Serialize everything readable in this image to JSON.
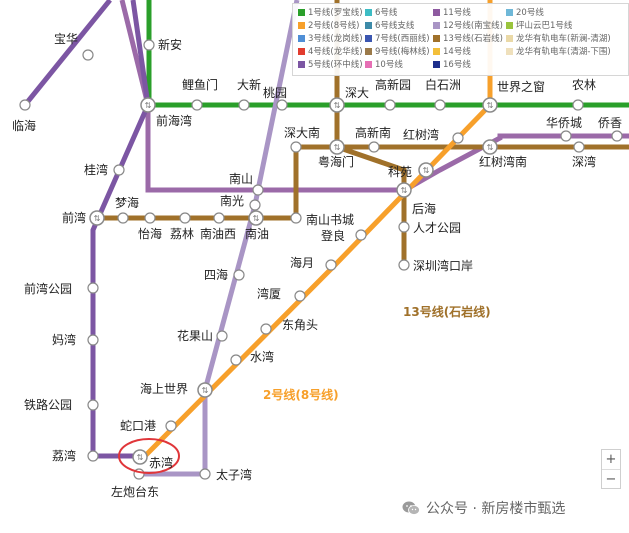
{
  "colors": {
    "line1": "#2a9f2a",
    "line2": "#f7a02b",
    "line5": "#7c56a3",
    "line9": "#a0712a",
    "line11": "#9b6aa8",
    "line12": "#a995c5",
    "line13": "#a0712a",
    "highlight": "#e0363a"
  },
  "legend": [
    {
      "label": "1号线(罗宝线)",
      "color": "#2a9f2a"
    },
    {
      "label": "6号线",
      "color": "#3dbcc4"
    },
    {
      "label": "11号线",
      "color": "#8e5aa0"
    },
    {
      "label": "20号线",
      "color": "#6fb8d8"
    },
    {
      "label": "2号线(8号线)",
      "color": "#f7a02b"
    },
    {
      "label": "6号线支线",
      "color": "#3d8aa8"
    },
    {
      "label": "12号线(南宝线)",
      "color": "#a995c5"
    },
    {
      "label": "坪山云巴1号线",
      "color": "#9ac43d"
    },
    {
      "label": "3号线(龙岗线)",
      "color": "#4f8fd6"
    },
    {
      "label": "7号线(西丽线)",
      "color": "#3b56b0"
    },
    {
      "label": "13号线(石岩线)",
      "color": "#a0712a"
    },
    {
      "label": "龙华有轨电车(新澜-清湖)",
      "color": "#ead9a7"
    },
    {
      "label": "4号线(龙华线)",
      "color": "#e23c2e"
    },
    {
      "label": "9号线(梅林线)",
      "color": "#9b7a4a"
    },
    {
      "label": "14号线",
      "color": "#f3bf3a"
    },
    {
      "label": "龙华有轨电车(清湖-下围)",
      "color": "#efe0bc"
    },
    {
      "label": "5号线(环中线)",
      "color": "#7c56a3"
    },
    {
      "label": "10号线",
      "color": "#e66fb4"
    },
    {
      "label": "16号线",
      "color": "#1d2e8c"
    }
  ],
  "stations": {
    "baohua": "宝华",
    "xinan": "新安",
    "linhai": "临海",
    "liyumen": "鲤鱼门",
    "daxin": "大新",
    "taoyuan": "桃园",
    "shenda": "深大",
    "gaoxinyuan": "高新园",
    "baishizhou": "白石洲",
    "shijiezhichuang": "世界之窗",
    "nonglin": "农林",
    "qianhaiwan": "前海湾",
    "huaqiaocheng": "华侨城",
    "qiaoxiang": "侨香",
    "shendanan": "深大南",
    "gaoxinnan": "高新南",
    "hongshuwan": "红树湾",
    "yuehaimen": "粤海门",
    "guiwan": "桂湾",
    "nanshan": "南山",
    "keyuan": "科苑",
    "hongshuwannan": "红树湾南",
    "shenwan": "深湾",
    "mengh": "梦海",
    "nanguang": "南光",
    "houhai": "后海",
    "qianwan": "前湾",
    "yihai": "怡海",
    "lilin": "荔林",
    "nanyouxi": "南油西",
    "nanyou": "南油",
    "nanshanshucheng": "南山书城",
    "rencaigongyuan": "人才公园",
    "dengliang": "登良",
    "shenzhenwankouan": "深圳湾口岸",
    "sihai": "四海",
    "haiyue": "海月",
    "qianwangongyuan": "前湾公园",
    "wanxia": "湾厦",
    "dongjiaotou": "东角头",
    "mawan": "妈湾",
    "huaguoshan": "花果山",
    "shuiwan": "水湾",
    "haishangshijie": "海上世界",
    "tielugongyuan": "铁路公园",
    "shekougang": "蛇口港",
    "liwan": "荔湾",
    "chiwan": "赤湾",
    "taiziwan": "太子湾",
    "zuopaotaidong": "左炮台东"
  },
  "line_labels": {
    "line13": "13号线(石岩线)",
    "line2": "2号线(8号线)"
  },
  "zoom": {
    "plus": "+",
    "minus": "−"
  },
  "watermark": {
    "text": "公众号 · 新房楼市甄选"
  }
}
